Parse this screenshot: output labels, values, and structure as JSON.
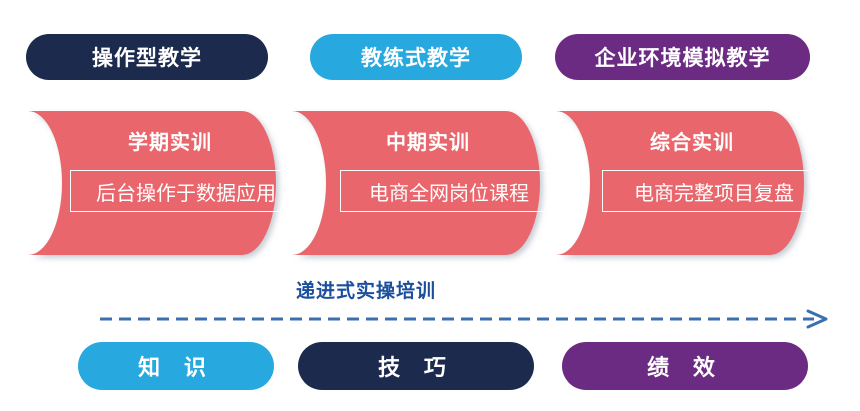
{
  "top_pills": [
    {
      "label": "操作型教学",
      "color": "#1c2a4d"
    },
    {
      "label": "教练式教学",
      "color": "#27a8de"
    },
    {
      "label": "企业环境模拟教学",
      "color": "#6b2b82"
    }
  ],
  "stages": [
    {
      "title": "学期实训",
      "content": "后台操作于数据应用"
    },
    {
      "title": "中期实训",
      "content": "电商全网岗位课程"
    },
    {
      "title": "综合实训",
      "content": "电商完整项目复盘"
    }
  ],
  "progress_label": "递进式实操培训",
  "bottom_pills": [
    {
      "label": "知 识",
      "color": "#27a8de"
    },
    {
      "label": "技 巧",
      "color": "#1c2a4d"
    },
    {
      "label": "绩 效",
      "color": "#6b2b82"
    }
  ],
  "colors": {
    "stage_fill": "#e8666c",
    "stage_shadow": "#c9d0d8",
    "arrow": "#3a6fb0"
  }
}
